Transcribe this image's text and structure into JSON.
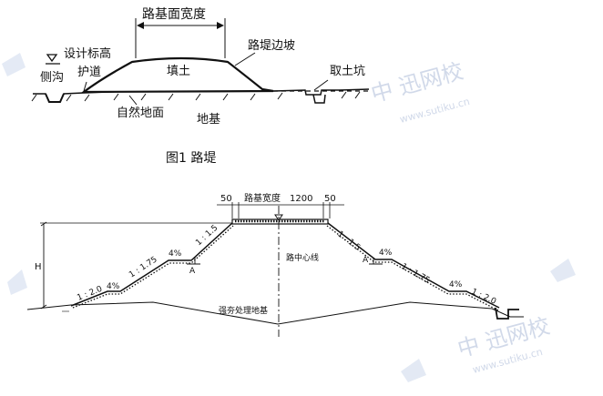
{
  "figure1": {
    "width_label": "路基面宽度",
    "design_elevation": "设计标高",
    "fill": "填土",
    "slope": "路堤边坡",
    "side_ditch": "侧沟",
    "berm": "护道",
    "borrow_pit": "取土坑",
    "natural_ground": "自然地面",
    "foundation": "地基",
    "caption": "图1  路堤"
  },
  "figure2": {
    "left_margin": "50",
    "width_label": "路基宽度",
    "width_value": "1200",
    "right_margin": "50",
    "height_symbol": "H",
    "centerline": "路中心线",
    "reinforced_foundation": "强夯处理地基",
    "slope_left_lower": "1 : 2.0",
    "slope_left_mid": "1 : 1.75",
    "slope_left_upper": "1 : 1.5",
    "slope_right_upper": "1 : 1.5",
    "slope_right_mid": "1 : 1.75",
    "slope_right_lower": "1 : 2.0",
    "pct_left_lower": "4%",
    "pct_left_upper": "4%",
    "pct_right_upper": "4%",
    "pct_right_lower": "4%",
    "section_left": "A",
    "section_right": "A"
  },
  "watermark": {
    "brand": "中 迅网校",
    "url": "www.sutiku.cn"
  }
}
